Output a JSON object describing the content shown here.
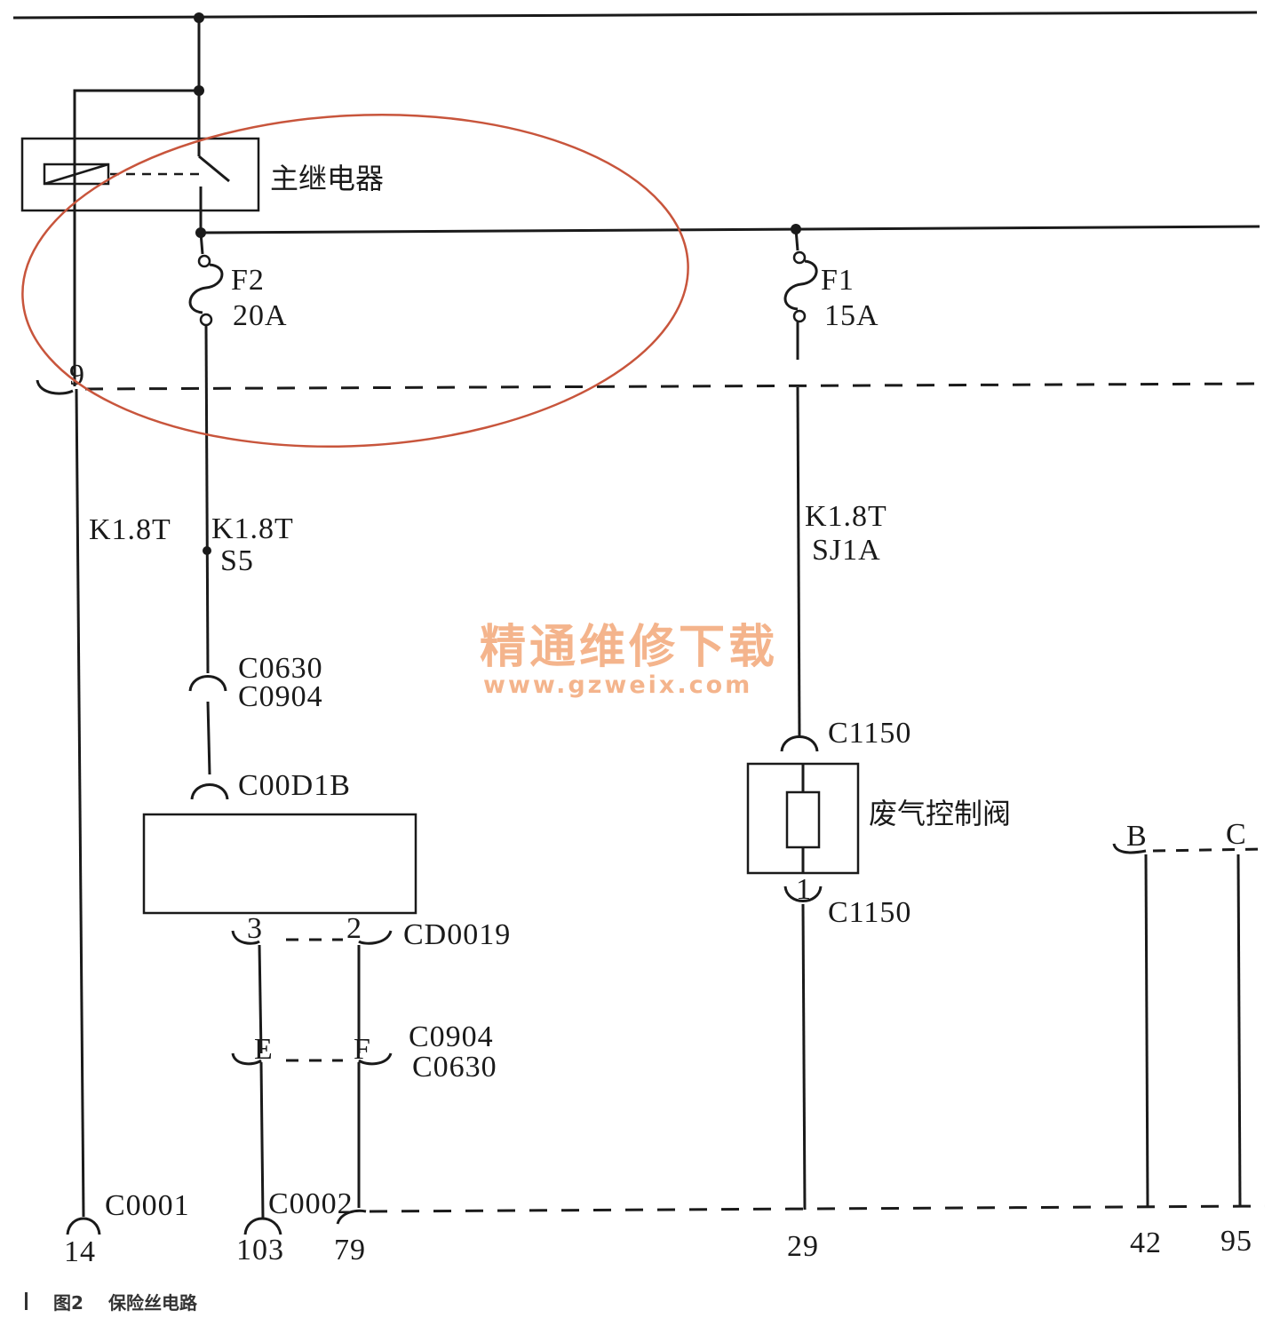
{
  "relay": {
    "name": "主继电器"
  },
  "fuses": [
    {
      "id": "F2",
      "rating": "20A"
    },
    {
      "id": "F1",
      "rating": "15A"
    }
  ],
  "wires": {
    "left": "K1.8T",
    "mid_1": "K1.8T",
    "mid_2": "S5",
    "right_1": "K1.8T",
    "right_2": "SJ1A"
  },
  "connectors": {
    "pin_9": "9",
    "c0630_top": "C0630",
    "c0904_top": "C0904",
    "c00d1b": "C00D1B",
    "cd0019": "CD0019",
    "pin_3": "3",
    "pin_2": "2",
    "pin_e": "E",
    "pin_f": "F",
    "c0904_bot": "C0904",
    "c0630_bot": "C0630",
    "c1150_top": "C1150",
    "c1150_bot": "C1150",
    "pin_1": "1",
    "pin_b": "B",
    "pin_c": "C",
    "c0001": "C0001",
    "c0002": "C0002"
  },
  "valve": {
    "name": "废气控制阀"
  },
  "bottom_pins": [
    "14",
    "103",
    "79",
    "29",
    "42",
    "95"
  ],
  "watermark": {
    "line1": "精通维修下载",
    "line2": "www.gzweix.com"
  },
  "caption": {
    "figure": "图2",
    "title": "保险丝电路"
  },
  "colors": {
    "ink": "#1a1a1a",
    "highlight_ellipse": "#c8553c",
    "watermark": "#f3a878"
  }
}
